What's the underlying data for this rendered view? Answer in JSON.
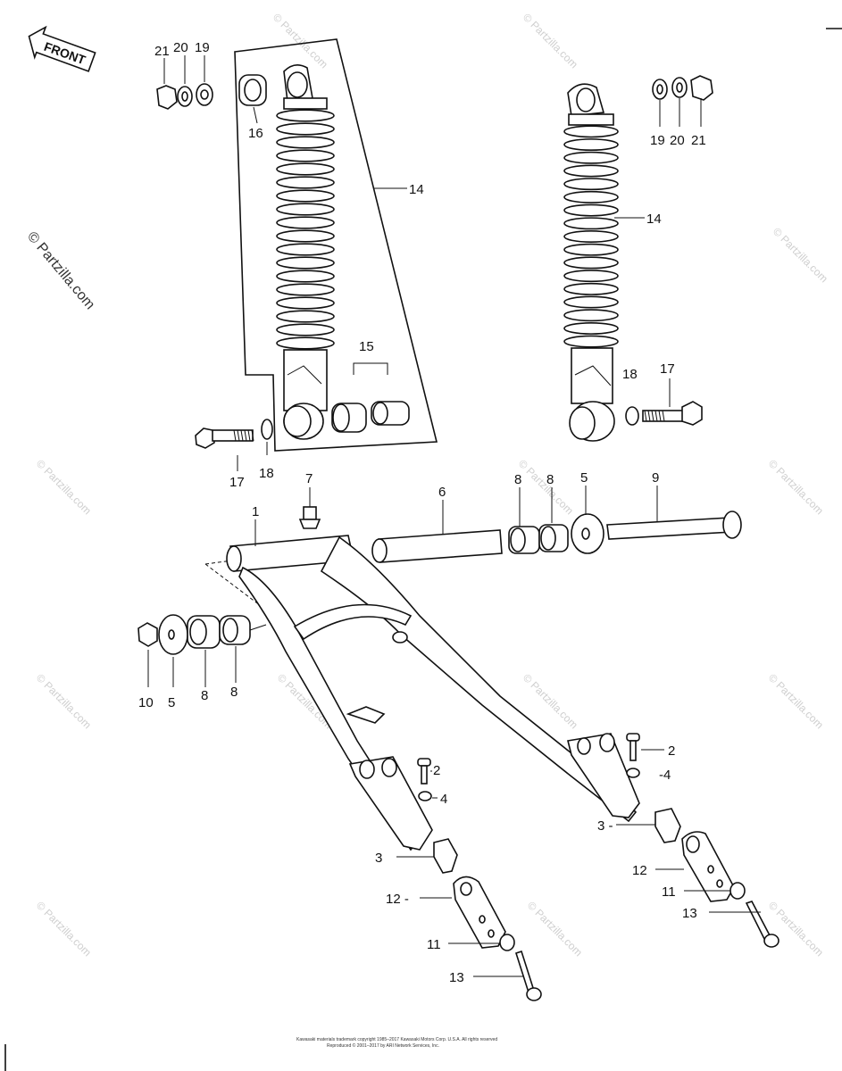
{
  "front_label": "FRONT",
  "watermark_main": "© Partzilla.com",
  "watermark_tile": "© Partzilla.com",
  "copyright_line1": "Kawasaki materials trademark copyright 1985–2017 Kawasaki Motors Corp. U.S.A. All rights reserved",
  "copyright_line2": "Reproduced © 2001–2017 by ARI Network Services, Inc.",
  "labels": {
    "l1": "1",
    "l2a": "2",
    "l2b": "2",
    "l3a": "3",
    "l3b": "3 -",
    "l4a": "4",
    "l4b": "-4",
    "l5a": "5",
    "l5b": "5",
    "l6": "6",
    "l7": "7",
    "l8a": "8",
    "l8b": "8",
    "l8c": "8",
    "l8d": "8",
    "l9": "9",
    "l10": "10",
    "l11a": "11",
    "l11b": "11",
    "l12a": "12 -",
    "l12b": "12",
    "l13a": "13",
    "l13b": "13",
    "l14a": "14",
    "l14b": "14",
    "l15": "15",
    "l16": "16",
    "l17a": "17",
    "l17b": "17",
    "l18a": "18",
    "l18b": "18",
    "l19a": "19",
    "l19b": "19",
    "l20a": "20",
    "l20b": "20",
    "l21a": "21",
    "l21b": "21"
  }
}
